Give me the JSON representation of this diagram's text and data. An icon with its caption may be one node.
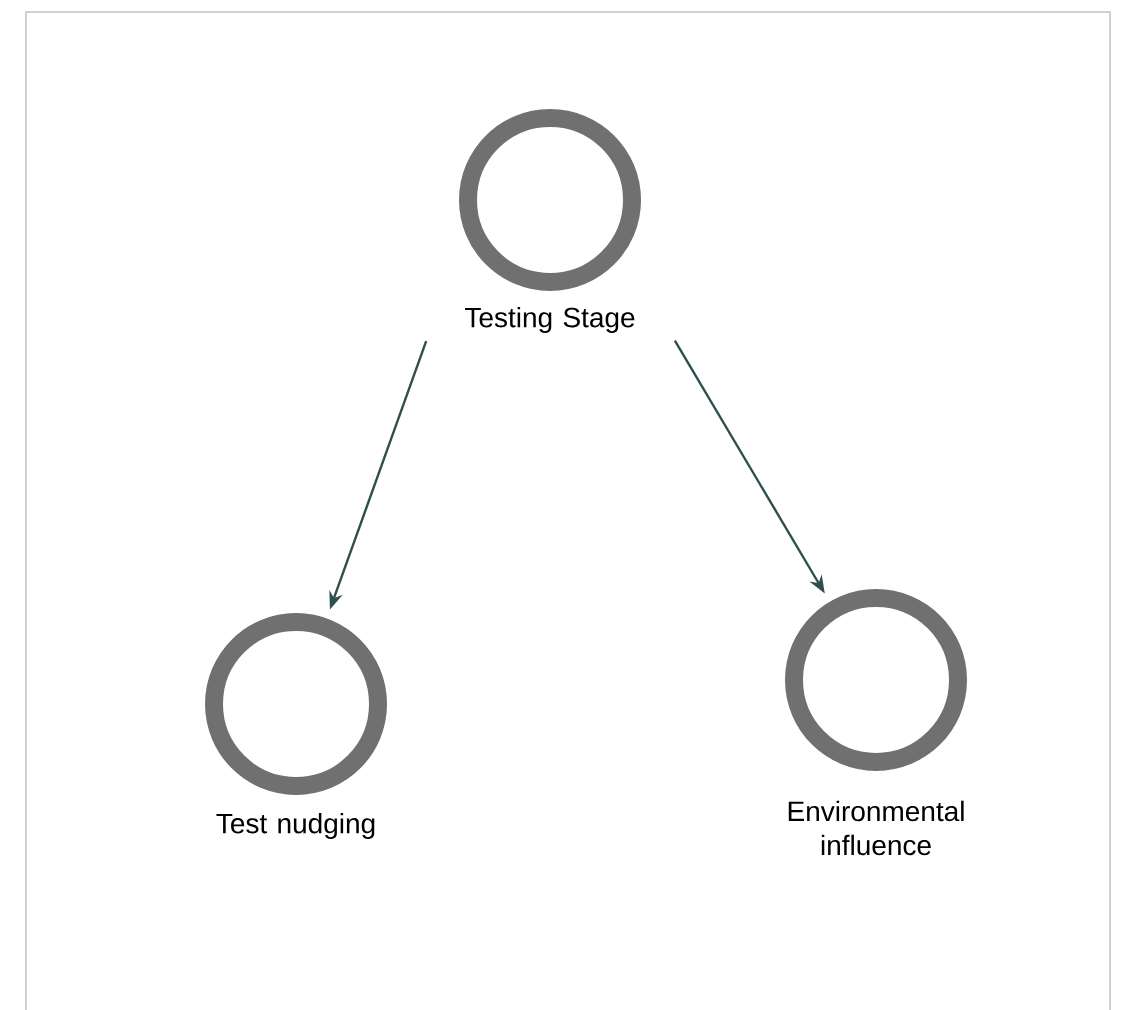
{
  "diagram": {
    "nodes": [
      {
        "text": [
          "Testing Stage"
        ]
      },
      {
        "text": [
          "Test nudging"
        ]
      },
      {
        "text": [
          "Environmental influence"
        ]
      }
    ],
    "edges": [
      {
        "from": 0,
        "to": 1,
        "arrow": "to"
      },
      {
        "from": 0,
        "to": 2,
        "arrow": "to"
      }
    ]
  }
}
